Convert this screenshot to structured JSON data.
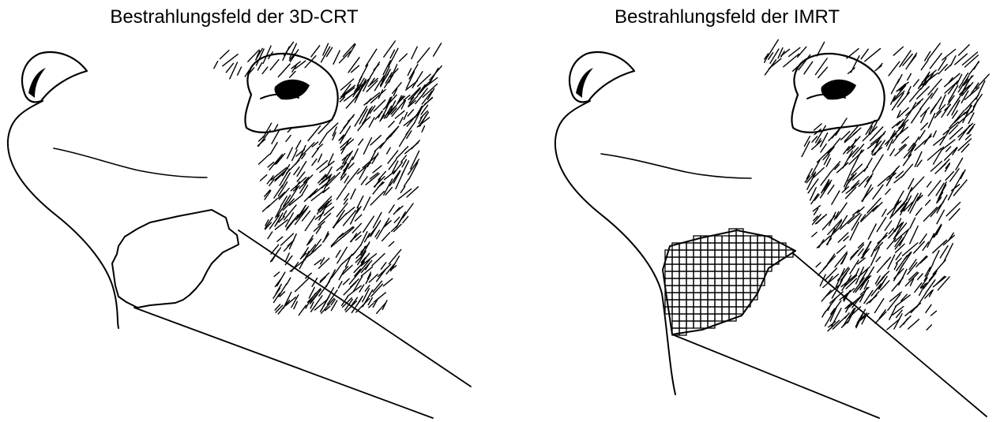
{
  "figure": {
    "panels": [
      {
        "id": "3d-crt",
        "title": "Bestrahlungsfeld der 3D-CRT",
        "field_type": "contour"
      },
      {
        "id": "imrt",
        "title": "Bestrahlungsfeld der IMRT",
        "field_type": "grid"
      }
    ]
  }
}
